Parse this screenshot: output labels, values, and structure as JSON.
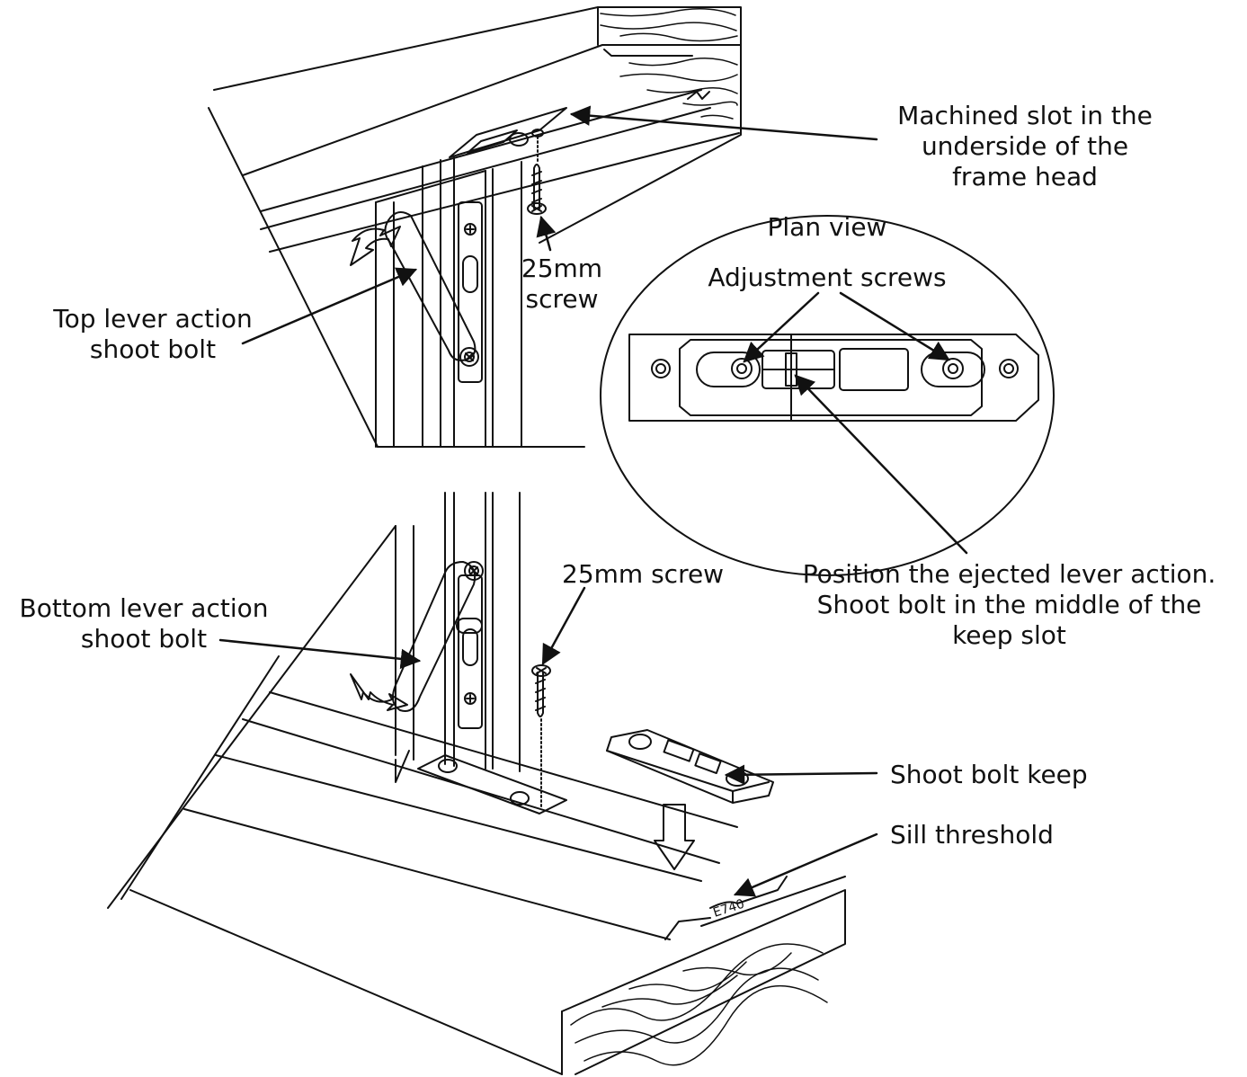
{
  "labels": {
    "machined_slot": [
      "Machined slot in the",
      "underside of the",
      "frame head"
    ],
    "plan_view": "Plan view",
    "adjustment_screws": "Adjustment screws",
    "top_screw": [
      "25mm",
      "screw"
    ],
    "top_lever": [
      "Top lever action",
      "shoot bolt"
    ],
    "bottom_screw": "25mm screw",
    "position_note": [
      "Position the ejected lever action.",
      "Shoot bolt in the middle of the",
      "keep slot"
    ],
    "bottom_lever": [
      "Bottom lever action",
      "shoot bolt"
    ],
    "shoot_bolt_keep": "Shoot bolt keep",
    "sill_threshold": "Sill threshold",
    "sill_code": "E740"
  },
  "colors": {
    "ink": "#111111",
    "background": "#ffffff"
  }
}
